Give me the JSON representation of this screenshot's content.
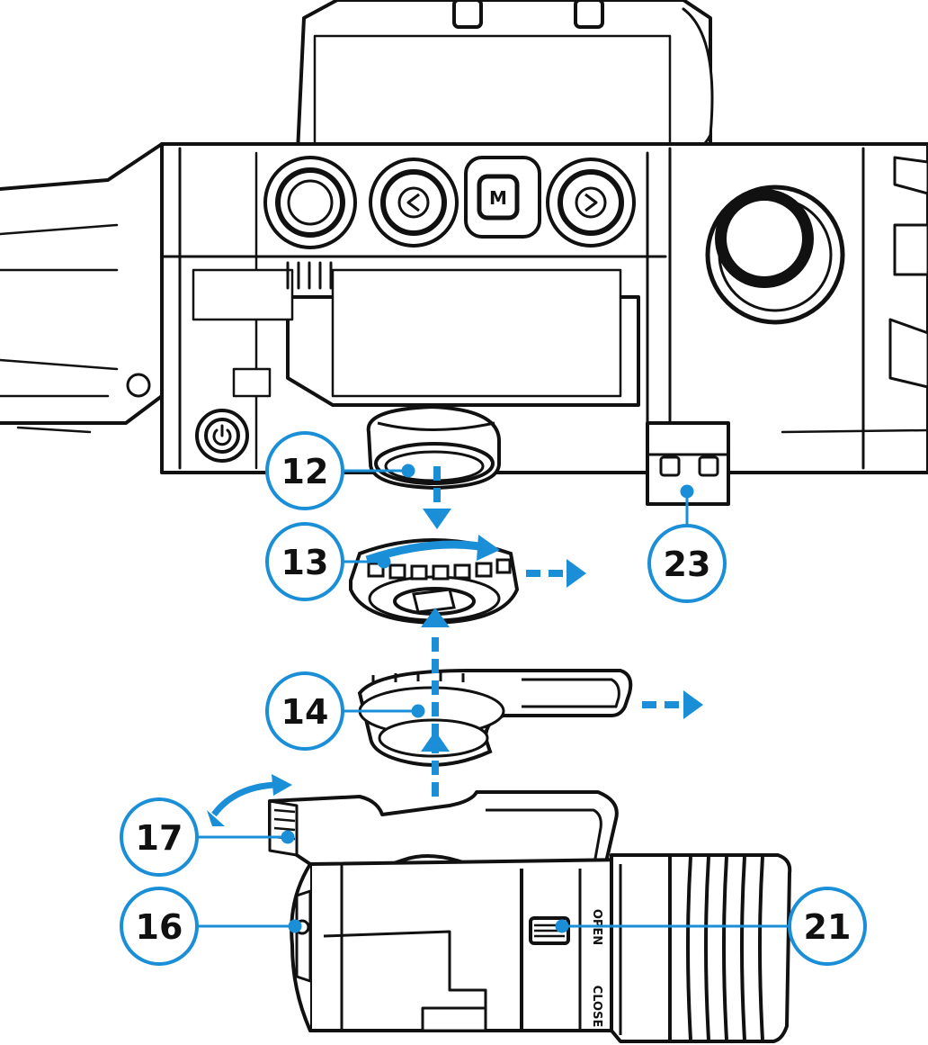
{
  "figure": {
    "title": "Eyepiece / ocular and mount parts diagram",
    "accent_color": "#1a8fd8",
    "line_color": "#111111"
  },
  "device": {
    "buttons": [
      {
        "id": "button-blank",
        "icon": "round-button",
        "label": ""
      },
      {
        "id": "button-left",
        "icon": "left-arrow-icon",
        "label": ""
      },
      {
        "id": "button-menu",
        "icon": "menu-button",
        "label": "M"
      },
      {
        "id": "button-right",
        "icon": "right-arrow-icon",
        "label": ""
      }
    ],
    "power_icon": "power-icon",
    "ring_labels": {
      "open": "OPEN",
      "close": "CLOSE"
    }
  },
  "callouts": [
    {
      "id": "callout-12",
      "label": "12"
    },
    {
      "id": "callout-13",
      "label": "13"
    },
    {
      "id": "callout-14",
      "label": "14"
    },
    {
      "id": "callout-17",
      "label": "17"
    },
    {
      "id": "callout-16",
      "label": "16"
    },
    {
      "id": "callout-21",
      "label": "21"
    },
    {
      "id": "callout-23",
      "label": "23"
    }
  ]
}
